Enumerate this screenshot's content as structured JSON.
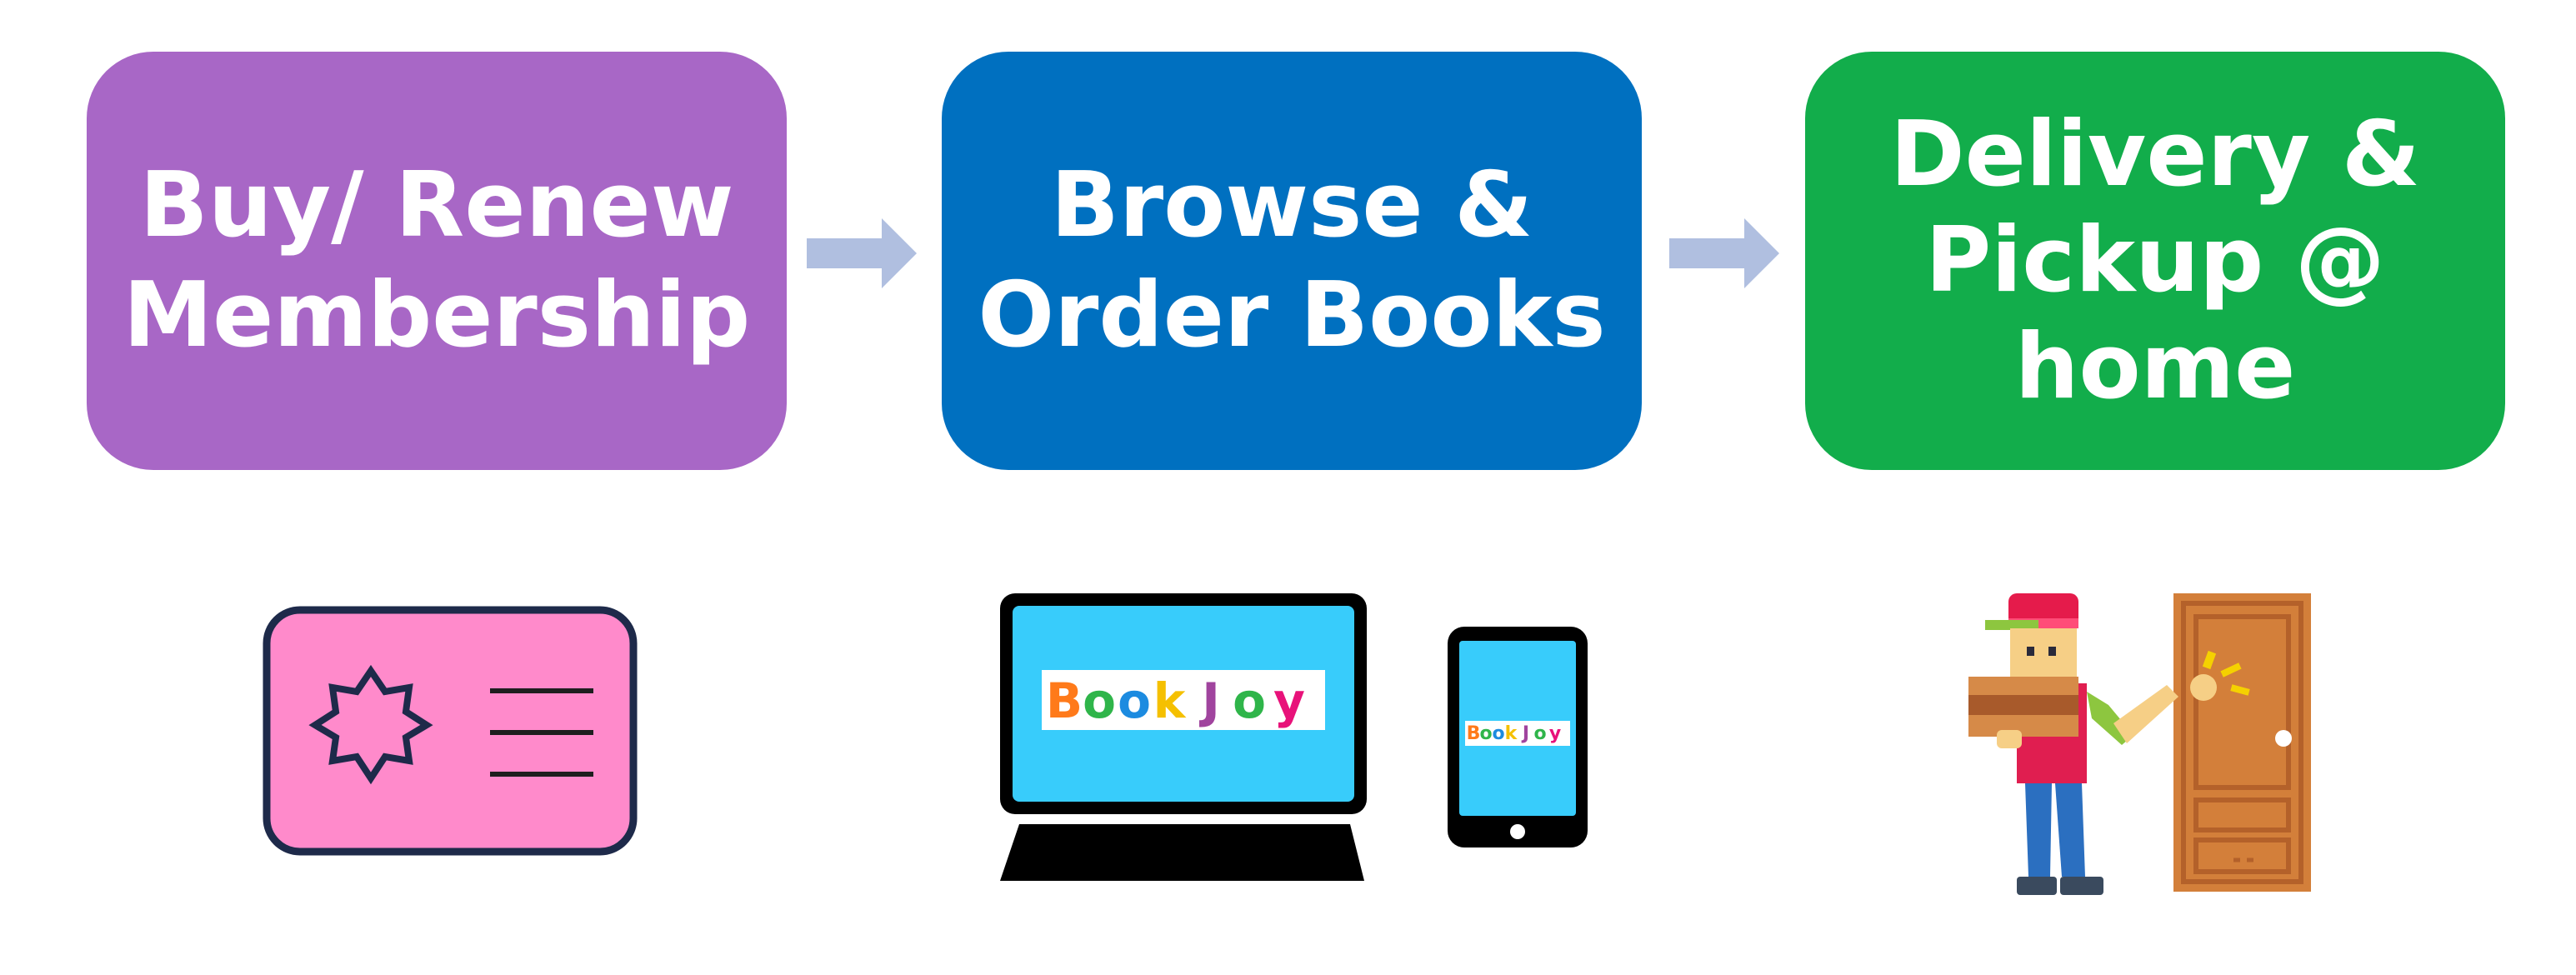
{
  "colors": {
    "step1": "#a867c6",
    "step2": "#0070c0",
    "step3": "#12ad4b",
    "arrow": "#b0bfe0"
  },
  "steps": [
    {
      "label": "Buy/ Renew Membership",
      "icon": "membership-card-icon"
    },
    {
      "label": "Browse & Order Books",
      "icon": "computer-and-phone-icon"
    },
    {
      "label": "Delivery & Pickup @ home",
      "icon": "delivery-person-at-door-icon"
    }
  ],
  "logo": {
    "letters": [
      "B",
      "o",
      "o",
      "k",
      "J",
      "o",
      "y"
    ],
    "colors": [
      "#ff7a1a",
      "#2fb54a",
      "#1c8be0",
      "#f5c000",
      "#a0449e",
      "#2fb54a",
      "#e8127a"
    ]
  }
}
